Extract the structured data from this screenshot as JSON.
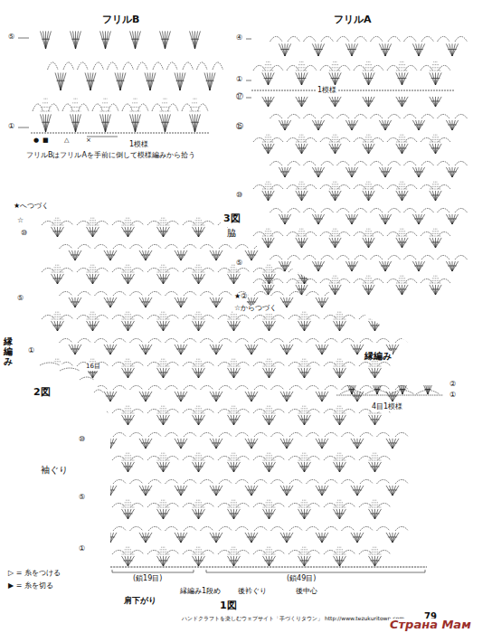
{
  "diagram": {
    "labels": [
      "フリルB",
      "⑤",
      "①",
      "●",
      "■",
      "△",
      "×",
      "1模様",
      "フリルBはフリルAを手前に倒して模様編みから拾う",
      "フリルA",
      "④",
      "①",
      "1模様",
      "⑰",
      "⑮",
      "⑩",
      "⑤",
      "★②",
      "☆からつづく",
      "3図",
      "脇",
      "★へつづく",
      "☆",
      "⑩",
      "⑤",
      "①",
      "縁編み",
      "2図",
      "16目",
      "袖ぐり",
      "⑩",
      "⑤",
      "①",
      "縁編み",
      "②",
      "①",
      "4目1模様",
      "(鎖19目)",
      "(鎖49目)",
      "肩下がり",
      "縁編み1段め",
      "後衿ぐり",
      "1図",
      "後中心",
      "▷ = 糸をつける",
      "▶ = 糸を切る",
      "ハンドクラフトを楽しむウェブサイト「手づくりタウン」 http://www.tezukuritown.com",
      "79",
      "Страна Мам"
    ]
  }
}
